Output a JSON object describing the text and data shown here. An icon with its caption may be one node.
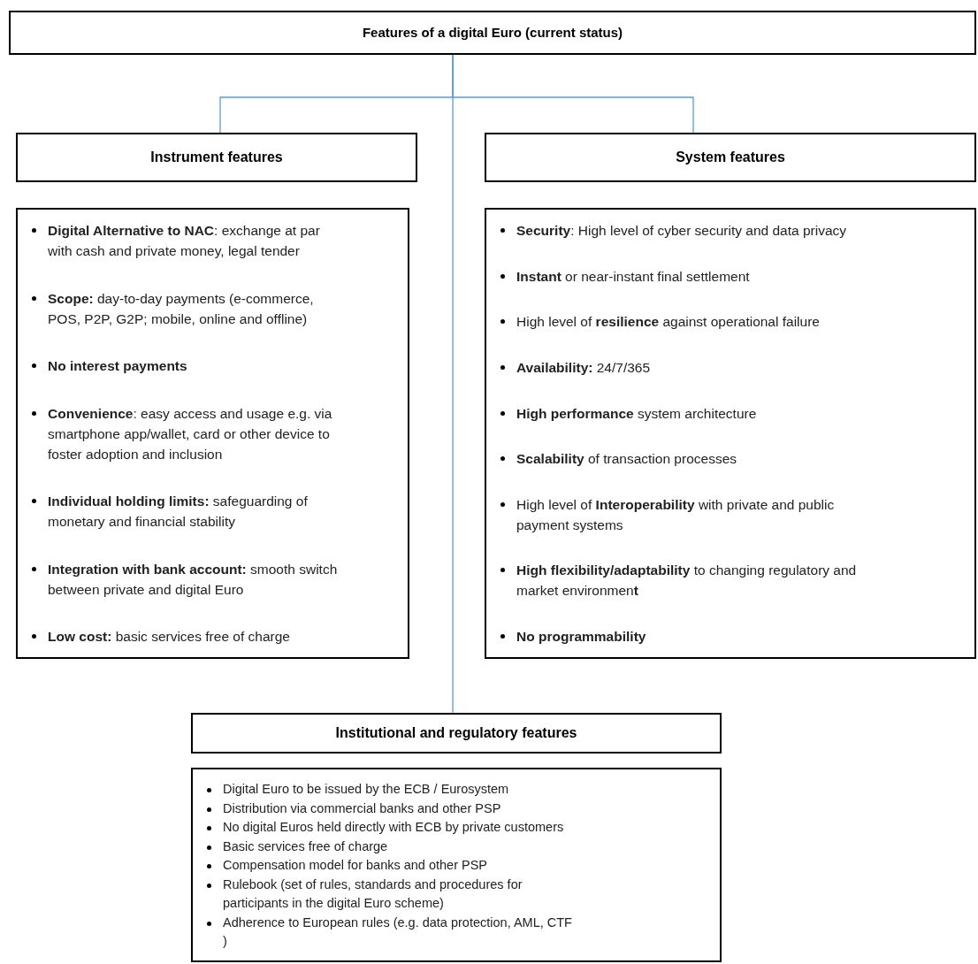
{
  "diagram": {
    "nodes": [
      {
        "text": [
          "Features of a digital Euro (current status)"
        ]
      },
      {
        "text": [
          "Instrument features"
        ]
      },
      {
        "text": [
          "System features"
        ]
      },
      {
        "text": [
          "**Digital Alternative to NAC**: exchange at par with cash and private money, legal tender",
          "**Scope:** day-to-day payments  (e-commerce, POS, P2P, G2P; mobile, online and offline)",
          "**No interest payments**",
          "**Convenience**: easy access and usage e.g. via smartphone app/wallet, card or other device to foster adoption and inclusion",
          "**Individual holding limits:** safeguarding of monetary and financial stability",
          "**Integration with bank account:** smooth switch between private and digital Euro",
          "**Low cost:** basic services free of charge"
        ]
      },
      {
        "text": [
          "**Security**: High level of cyber security and data privacy",
          "**Instant** or near-instant final settlement",
          "High level of **resilience** against operational failure",
          "**Availability:**  24/7/365",
          "**High performance** system architecture",
          "**Scalability** of transaction processes",
          "High level of **Interoperability** with private and public payment systems",
          "**High flexibility/adaptability** to changing regulatory and market environmen**t**",
          "**No programmability**"
        ]
      },
      {
        "text": [
          "Institutional and regulatory  features"
        ]
      },
      {
        "text": [
          "Digital Euro to be issued by the ECB / Eurosystem",
          "Distribution via commercial banks and other PSP",
          "No digital Euros held directly with ECB by private customers",
          "Basic services free of charge",
          "Compensation model for banks and other PSP",
          "Rulebook (set of rules, standards and procedures for participants in the digital Euro scheme)",
          "Adherence to European rules (e.g. data protection, AML, CTF )"
        ]
      }
    ],
    "edges": [
      {
        "from": 0,
        "to": 1,
        "arrow": "none",
        "color": "#5b9bd5"
      },
      {
        "from": 0,
        "to": 2,
        "arrow": "none",
        "color": "#5b9bd5"
      },
      {
        "from": 0,
        "to": 5,
        "arrow": "none",
        "color": "#5b9bd5"
      }
    ]
  }
}
